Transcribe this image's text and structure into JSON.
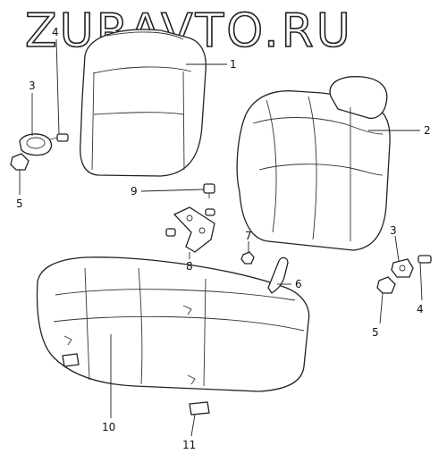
{
  "watermark": "ZURAVTO.RU",
  "callouts": {
    "c1": "1",
    "c2": "2",
    "c3a": "3",
    "c3b": "3",
    "c4a": "4",
    "c4b": "4",
    "c5a": "5",
    "c5b": "5",
    "c6": "6",
    "c7": "7",
    "c8": "8",
    "c9": "9",
    "c10": "10",
    "c11": "11"
  }
}
